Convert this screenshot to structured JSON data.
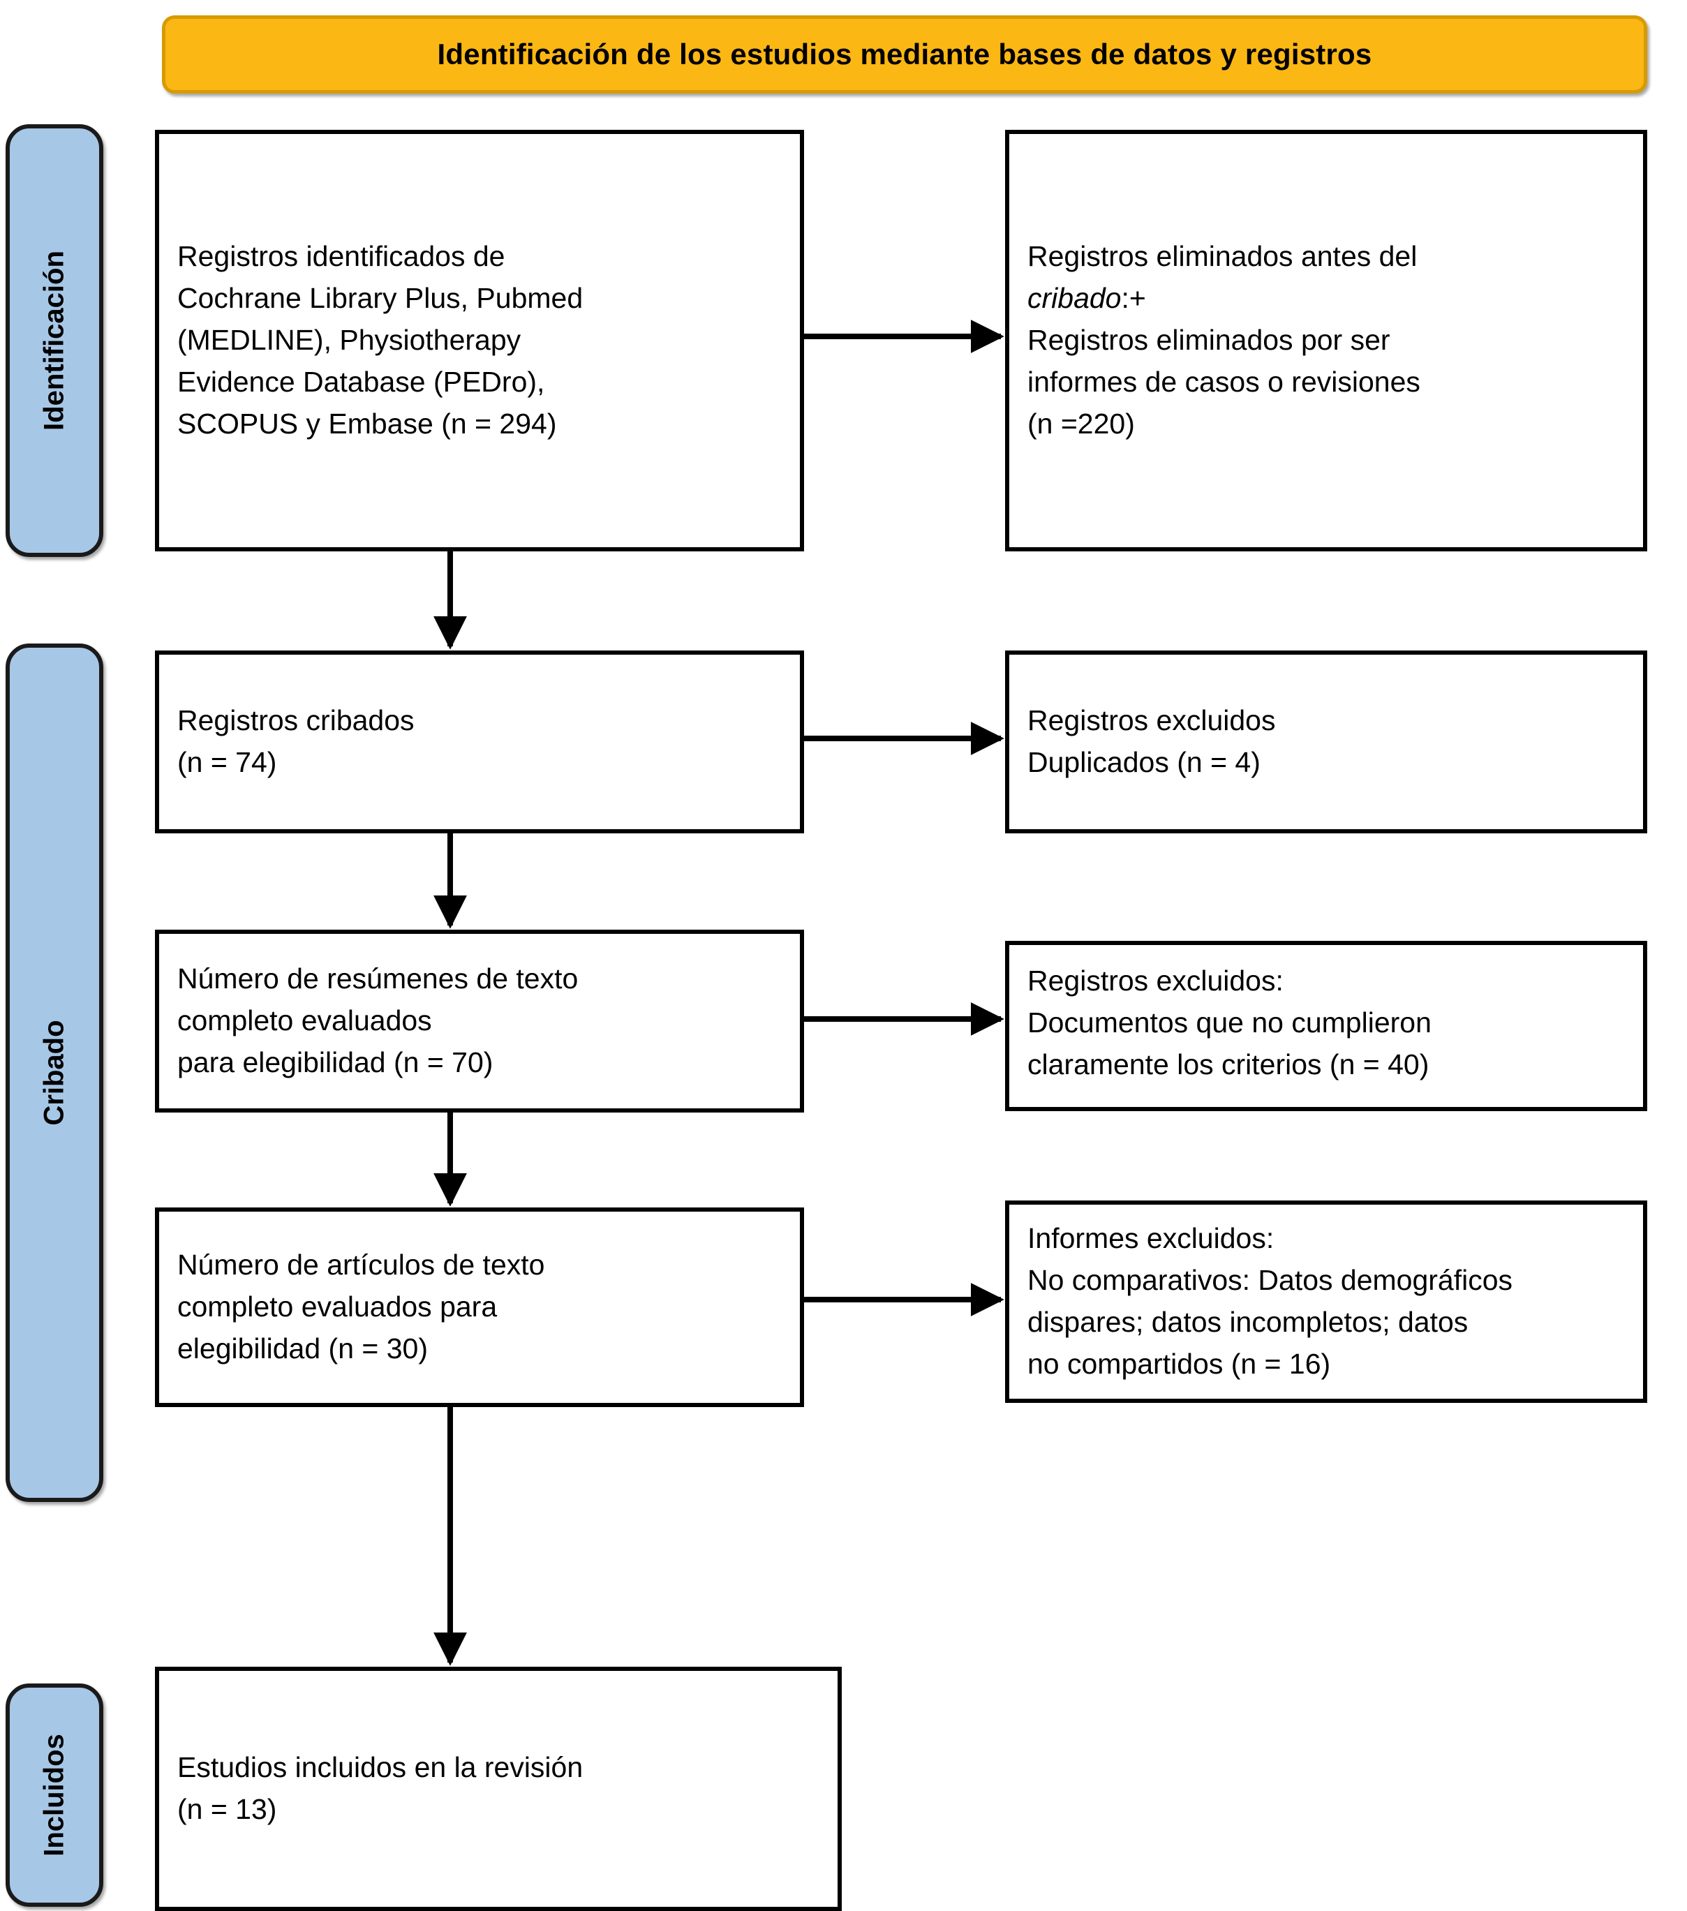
{
  "header": {
    "title": "Identificación de los estudios mediante bases de datos y registros",
    "banner_color": "#fbb715",
    "banner_border_color": "#d79b00"
  },
  "stages": [
    {
      "id": "identificacion",
      "label": "Identificación",
      "color": "#a7c7e7"
    },
    {
      "id": "cribado",
      "label": "Cribado",
      "color": "#a7c7e7"
    },
    {
      "id": "incluidos",
      "label": "Incluidos",
      "color": "#a7c7e7"
    }
  ],
  "boxes": {
    "identified": {
      "lines": [
        "Registros identificados de",
        "Cochrane Library Plus, Pubmed",
        "(MEDLINE), Physiotherapy",
        "Evidence Database (PEDro),",
        "SCOPUS y Embase (n = 294)"
      ],
      "count": 294
    },
    "removed_before_screening": {
      "line1": "Registros eliminados antes del",
      "line2_italic": "cribado",
      "line2_rest": ":+",
      "line3": "Registros eliminados por ser",
      "line4": "informes de casos o revisiones",
      "line5": "(n =220)",
      "count": 220
    },
    "screened": {
      "line1": "Registros cribados",
      "line2": "(n = 74)",
      "count": 74
    },
    "excluded_duplicates": {
      "line1": "Registros excluidos",
      "line2": "Duplicados (n = 4)",
      "count": 4
    },
    "abstracts_assessed": {
      "line1": "Número de resúmenes de texto",
      "line2": "completo evaluados",
      "line3": "para elegibilidad (n = 70)",
      "count": 70
    },
    "excluded_criteria": {
      "line1": "Registros excluidos:",
      "line2": "Documentos que no cumplieron",
      "line3": "claramente los criterios (n = 40)",
      "count": 40
    },
    "fulltext_assessed": {
      "line1": "Número de artículos de texto",
      "line2": "completo evaluados para",
      "line3": "elegibilidad (n = 30)",
      "count": 30
    },
    "excluded_reports": {
      "line1": "Informes excluidos:",
      "line2": "No comparativos: Datos demográficos",
      "line3": "dispares; datos incompletos; datos",
      "line4": "no compartidos (n = 16)",
      "count": 16
    },
    "included_studies": {
      "line1": "Estudios incluidos en la revisión",
      "line2": "(n = 13)",
      "count": 13
    }
  }
}
